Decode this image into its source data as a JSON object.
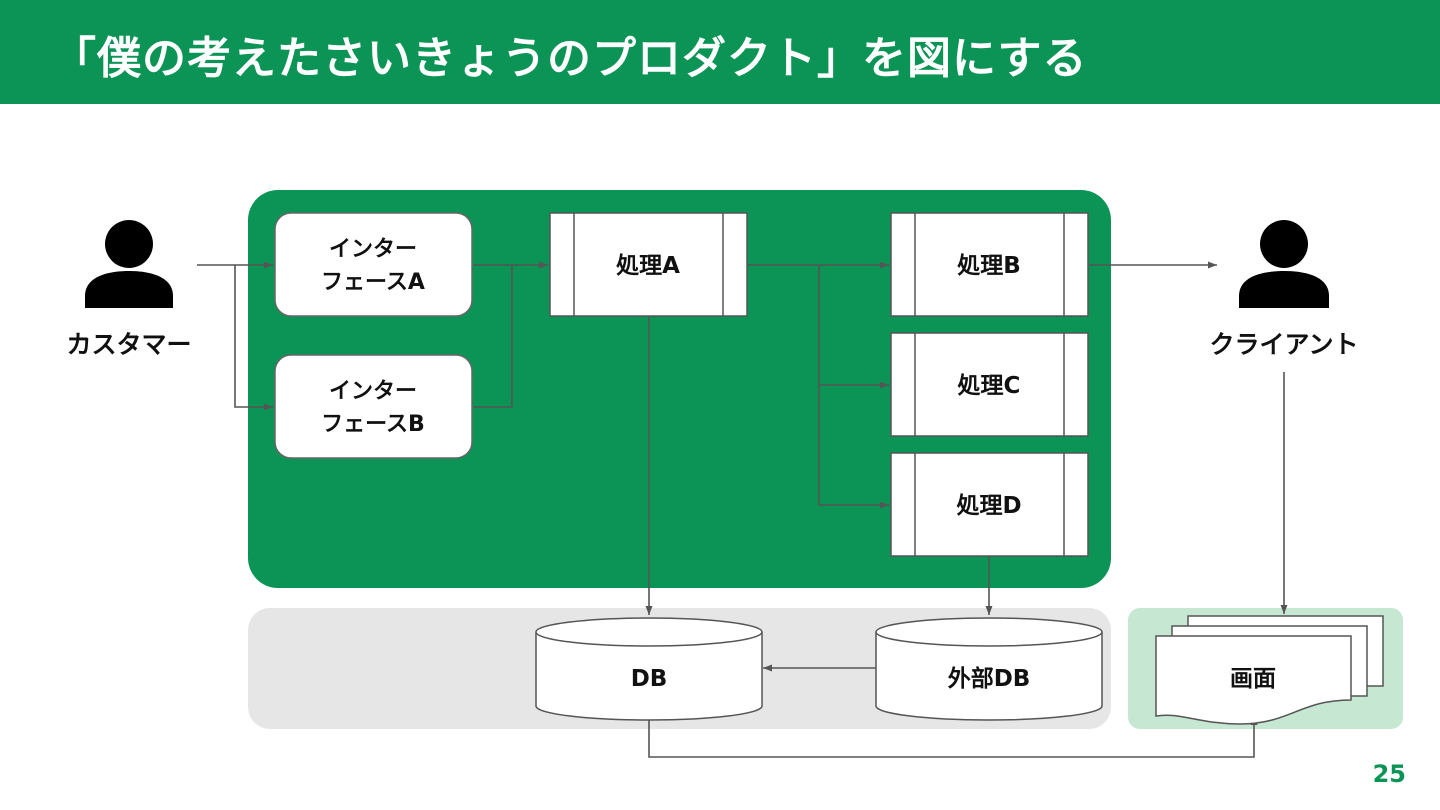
{
  "slide": {
    "title": "「僕の考えたさいきょうのプロダクト」を図にする",
    "page_number": "25"
  },
  "actors": {
    "customer": "カスタマー",
    "client": "クライアント"
  },
  "interfaces": {
    "a": [
      "インター",
      "フェースA"
    ],
    "b": [
      "インター",
      "フェースB"
    ]
  },
  "processes": {
    "a": "処理A",
    "b": "処理B",
    "c": "処理C",
    "d": "処理D"
  },
  "databases": {
    "db": "DB",
    "external": "外部DB"
  },
  "screen": "画面",
  "colors": {
    "brand_green": "#0b9455",
    "db_area": "#e6e6e6",
    "screen_area": "#c6e8d3",
    "connector": "#555555"
  }
}
